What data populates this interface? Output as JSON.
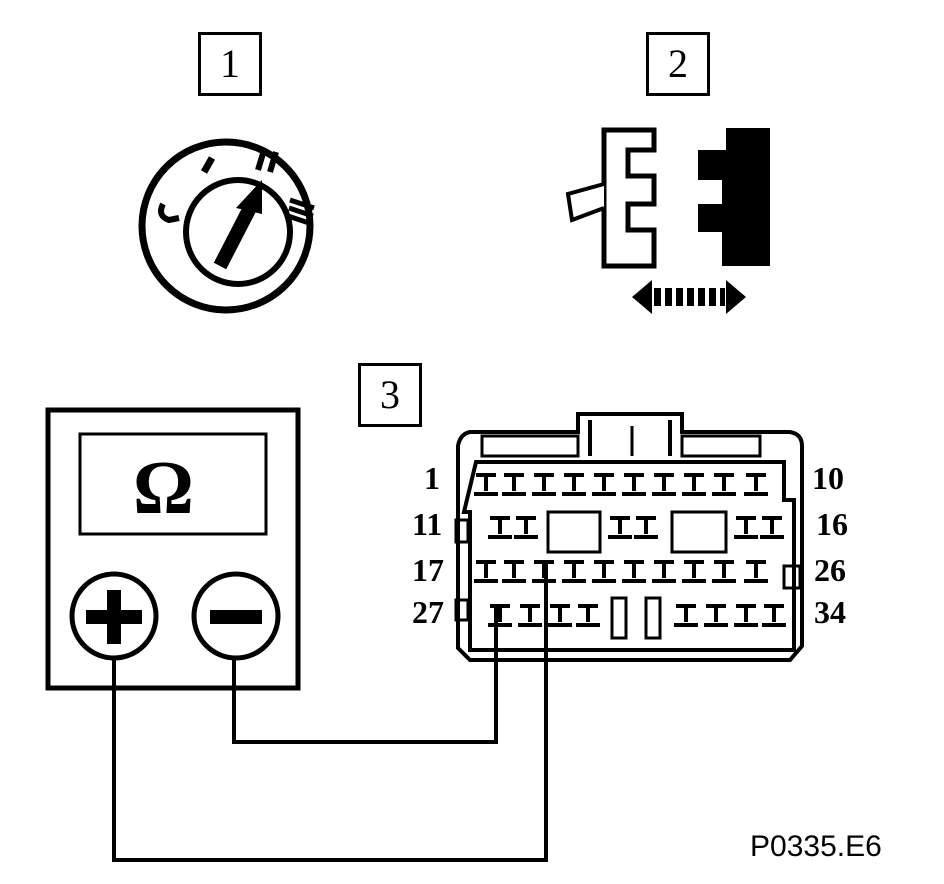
{
  "steps": [
    {
      "number": "1"
    },
    {
      "number": "2"
    },
    {
      "number": "3"
    }
  ],
  "meter": {
    "symbol": "Ω",
    "positive_symbol": "+",
    "negative_symbol": "−"
  },
  "connector": {
    "pin_labels": {
      "row1_start": "1",
      "row1_end": "10",
      "row2_start": "11",
      "row2_end": "16",
      "row3_start": "17",
      "row3_end": "26",
      "row4_start": "27",
      "row4_end": "34"
    }
  },
  "reference_code": "P0335.E6",
  "icons": [
    "ignition-switch-icon",
    "connector-disconnect-icon",
    "ohmmeter-icon",
    "connector-pinout-icon"
  ]
}
